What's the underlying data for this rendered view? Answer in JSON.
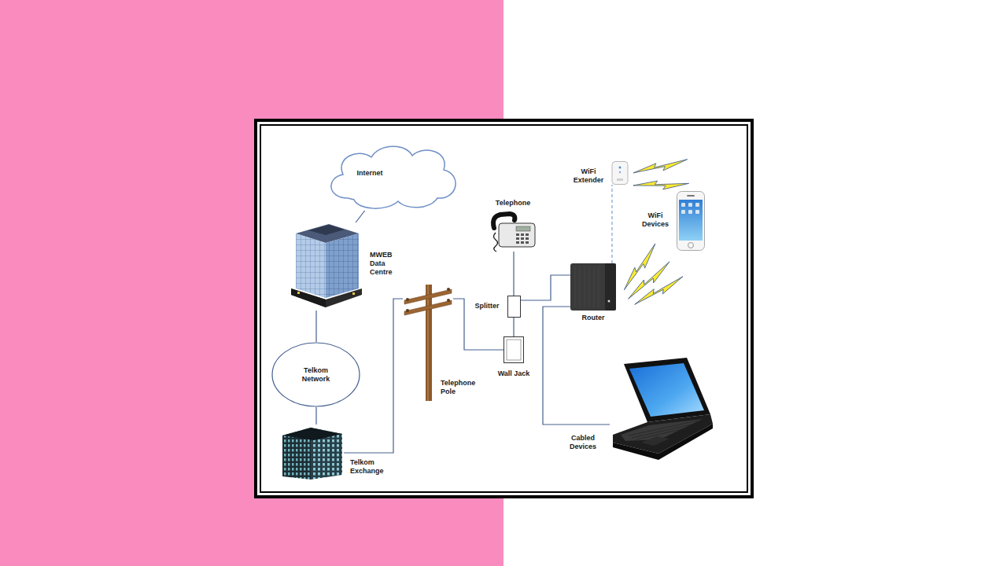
{
  "diagram": {
    "nodes": [
      {
        "text": [
          "Internet"
        ]
      },
      {
        "text": [
          "WiFi Extender"
        ]
      },
      {
        "text": [
          "Telephone"
        ]
      },
      {
        "text": [
          "WiFi Devices"
        ]
      },
      {
        "text": [
          "MWEB Data Centre"
        ]
      },
      {
        "text": [
          "Splitter"
        ]
      },
      {
        "text": [
          "Router"
        ]
      },
      {
        "text": [
          "Telephone Pole"
        ]
      },
      {
        "text": [
          "Wall Jack"
        ]
      },
      {
        "text": [
          "Telkom Network"
        ]
      },
      {
        "text": [
          "Cabled Devices"
        ]
      },
      {
        "text": [
          "Telkom Exchange"
        ]
      }
    ],
    "edges": [
      {
        "from": 0,
        "to": 4,
        "arrow": "none"
      },
      {
        "from": 4,
        "to": 9,
        "arrow": "none"
      },
      {
        "from": 9,
        "to": 11,
        "arrow": "none"
      },
      {
        "from": 11,
        "to": 7,
        "arrow": "none"
      },
      {
        "from": 7,
        "to": 8,
        "arrow": "none"
      },
      {
        "from": 8,
        "to": 5,
        "arrow": "none"
      },
      {
        "from": 5,
        "to": 2,
        "arrow": "none"
      },
      {
        "from": 5,
        "to": 6,
        "arrow": "none"
      },
      {
        "from": 6,
        "to": 1,
        "arrow": "none"
      },
      {
        "from": 6,
        "to": 10,
        "arrow": "none"
      }
    ]
  }
}
